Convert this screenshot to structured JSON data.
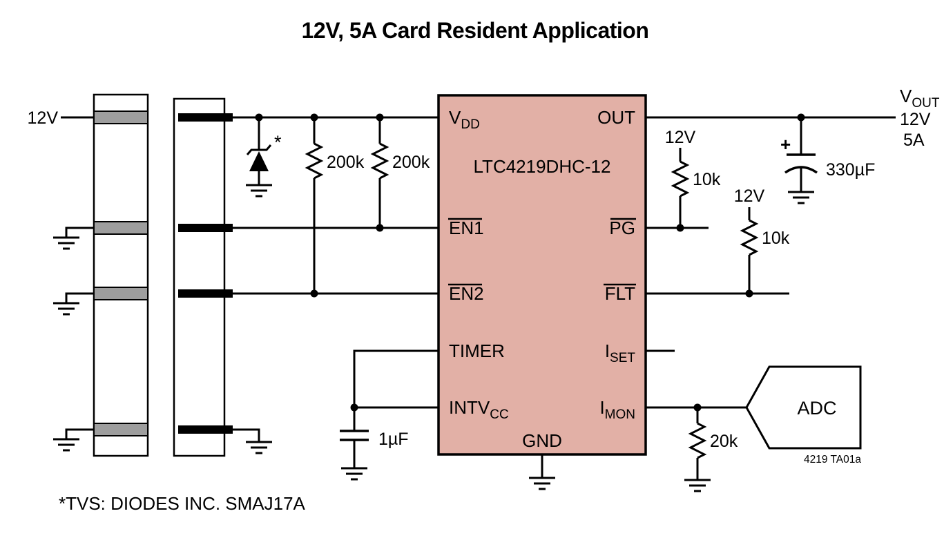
{
  "title": "12V, 5A Card Resident Application",
  "input": {
    "label": "12V"
  },
  "tvs": {
    "marker": "*",
    "note": "*TVS: DIODES INC. SMAJ17A"
  },
  "ic": {
    "name": "LTC4219DHC-12",
    "pins": {
      "vdd": {
        "main": "V",
        "sub": "DD"
      },
      "en1": {
        "main": "EN1"
      },
      "en2": {
        "main": "EN2"
      },
      "timer": {
        "main": "TIMER"
      },
      "intvcc": {
        "main": "INTV",
        "sub": "CC"
      },
      "gnd": {
        "main": "GND"
      },
      "out": {
        "main": "OUT"
      },
      "pg": {
        "main": "PG"
      },
      "flt": {
        "main": "FLT"
      },
      "iset": {
        "main": "I",
        "sub": "SET"
      },
      "imon": {
        "main": "I",
        "sub": "MON"
      }
    }
  },
  "resistors": {
    "r1": "200k",
    "r2": "200k",
    "r_pg": "10k",
    "r_flt": "10k",
    "r_imon": "20k"
  },
  "supplies": {
    "pg_pullup": "12V",
    "flt_pullup": "12V"
  },
  "capacitors": {
    "c_out": "330µF",
    "c_out_polarity": "+",
    "c_intvcc": "1µF"
  },
  "output": {
    "name_main": "V",
    "name_sub": "OUT",
    "voltage": "12V",
    "current": "5A"
  },
  "adc": {
    "label": "ADC"
  },
  "fig_id": "4219 TA01a",
  "colors": {
    "ic_fill": "#e2b0a6",
    "pad_gray": "#9e9e9e",
    "line": "#000000"
  }
}
